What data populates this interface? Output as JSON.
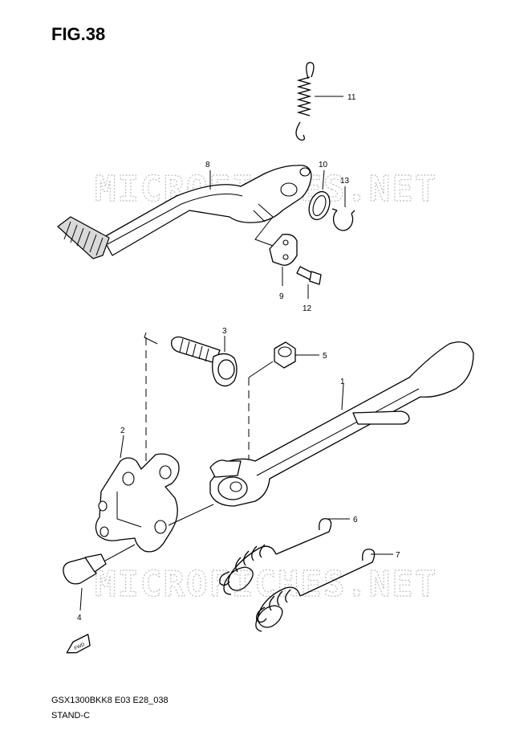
{
  "figure": {
    "title": "FIG.38",
    "code": "GSX1300BKK8 E03 E28_038",
    "name": "STAND-C"
  },
  "watermark": "MICROFICHES.NET",
  "fwd_label": "FWD",
  "callouts": {
    "p1": "1",
    "p2": "2",
    "p3": "3",
    "p4": "4",
    "p5": "5",
    "p6": "6",
    "p7": "7",
    "p8": "8",
    "p9": "9",
    "p10": "10",
    "p11": "11",
    "p12": "12",
    "p13": "13"
  }
}
